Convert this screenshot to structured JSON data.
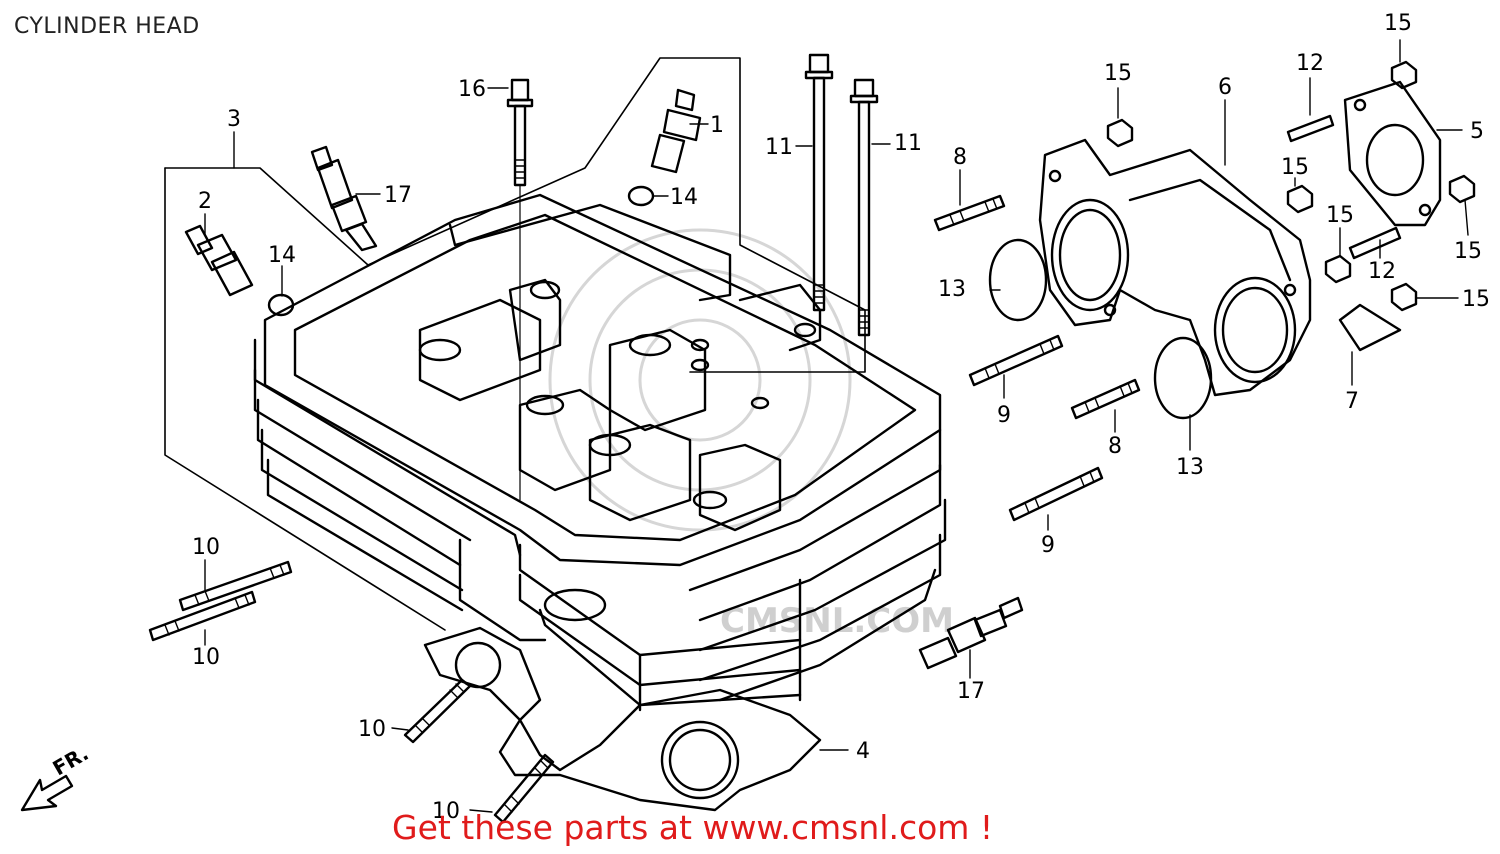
{
  "title": "CYLINDER HEAD",
  "footer": "Get these parts at www.cmsnl.com !",
  "watermark": "CMSNL.COM",
  "front_label": "FR.",
  "colors": {
    "line": "#000000",
    "footer": "#e01b1b",
    "watermark": "#cfcfcf"
  },
  "callouts": {
    "c1": "1",
    "c2": "2",
    "c3": "3",
    "c4": "4",
    "c5": "5",
    "c6": "6",
    "c7": "7",
    "c8a": "8",
    "c8b": "8",
    "c9a": "9",
    "c9b": "9",
    "c10a": "10",
    "c10b": "10",
    "c10c": "10",
    "c10d": "10",
    "c11a": "11",
    "c11b": "11",
    "c12a": "12",
    "c12b": "12",
    "c13a": "13",
    "c13b": "13",
    "c14a": "14",
    "c14b": "14",
    "c15a": "15",
    "c15b": "15",
    "c15c": "15",
    "c15d": "15",
    "c15e": "15",
    "c15f": "15",
    "c16": "16",
    "c17a": "17",
    "c17b": "17"
  }
}
